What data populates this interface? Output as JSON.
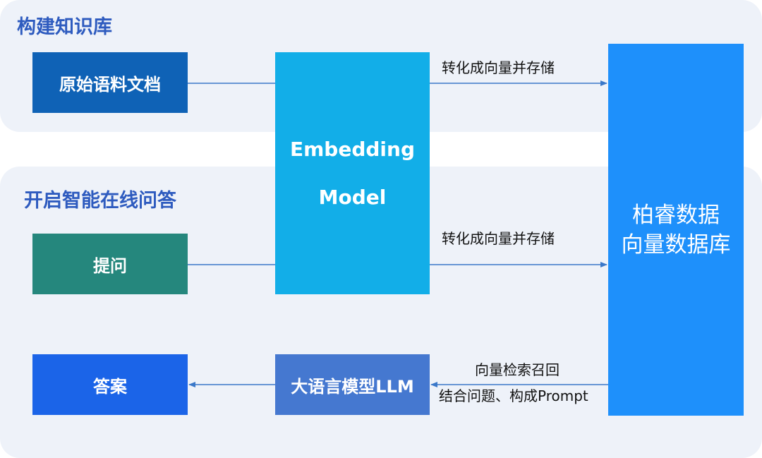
{
  "sections": {
    "build_kb": "构建知识库",
    "online_qa": "开启智能在线问答"
  },
  "nodes": {
    "raw_docs": "原始语料文档",
    "question": "提问",
    "answer": "答案",
    "embedding_line1": "Embedding",
    "embedding_line2": "Model",
    "llm": "大语言模型LLM",
    "vector_db_line1": "柏睿数据",
    "vector_db_line2": "向量数据库"
  },
  "edges": {
    "store_1": "转化成向量并存储",
    "store_2": "转化成向量并存储",
    "retrieve": "向量检索召回",
    "compose_prompt": "结合问题、构成Prompt"
  },
  "colors": {
    "panel_bg": "#eef2f9",
    "title_blue": "#2e5bbf",
    "raw_docs": "#0f62b6",
    "question": "#25877d",
    "answer": "#1b64e8",
    "embedding": "#12aee8",
    "llm": "#4578d0",
    "vector_db": "#1e90fb",
    "connector": "#3a78c9"
  }
}
